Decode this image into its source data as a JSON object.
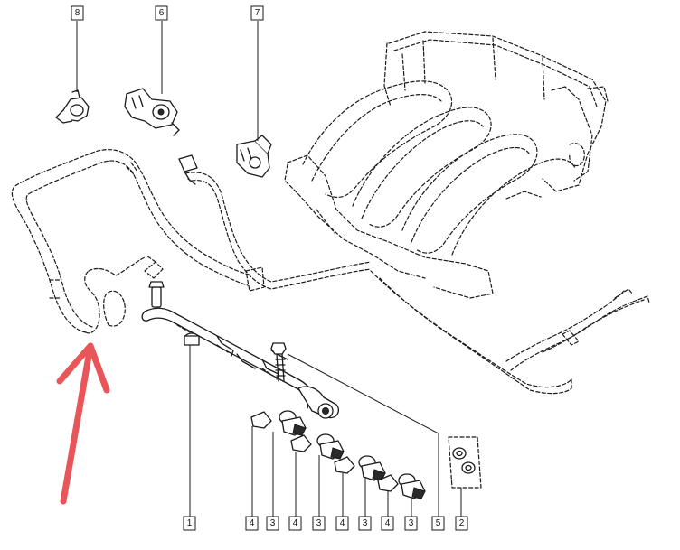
{
  "diagram": {
    "callouts": [
      "8",
      "6",
      "7",
      "1",
      "4",
      "3",
      "4",
      "3",
      "4",
      "3",
      "4",
      "3",
      "5",
      "2"
    ],
    "arrow_color": "#e8565a"
  }
}
